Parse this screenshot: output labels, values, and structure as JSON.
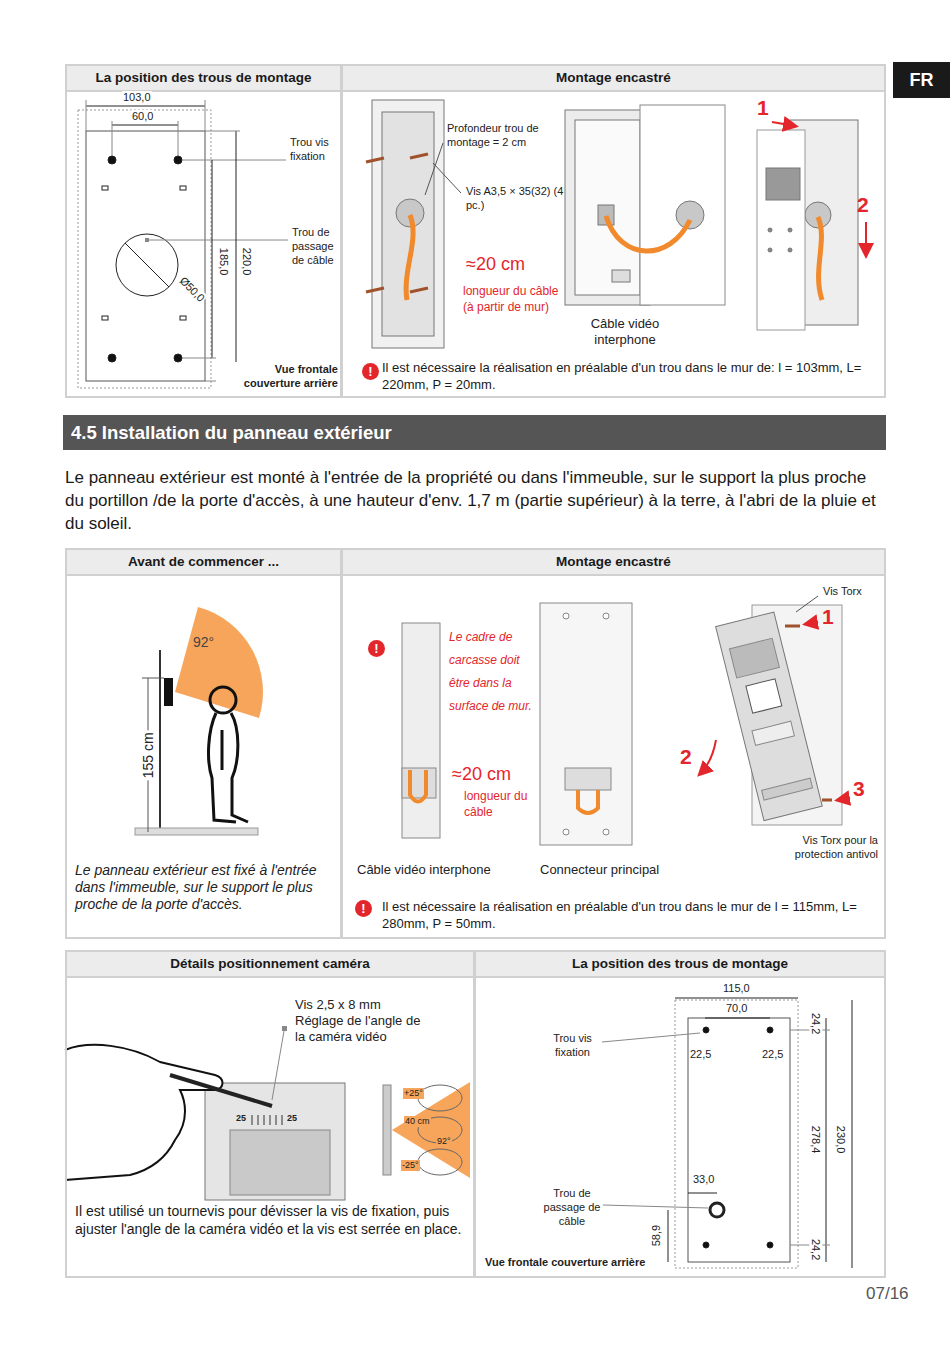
{
  "diagram": {
    "nodes": [
      {
        "text": [
          "FR"
        ]
      },
      {
        "text": [
          "La position des trous de montage"
        ]
      },
      {
        "text": [
          "Montage encastré"
        ]
      },
      {
        "text": [
          "4.5 Installation du panneau extérieur"
        ]
      },
      {
        "text": [
          "Avant de commencer ..."
        ]
      },
      {
        "text": [
          "Montage encastré"
        ]
      },
      {
        "text": [
          "Détails positionnement caméra"
        ]
      },
      {
        "text": [
          "La position des trous de montage"
        ]
      }
    ],
    "labels": [
      "103,0",
      "60,0",
      "Trou vis fixation",
      "Trou de passage de câble",
      "185,0",
      "220,0",
      "Ø50,0",
      "Vue frontale couverture arrière",
      "Profondeur trou de montage = 2 cm",
      "Vis A3,5 × 35(32) (4 pc.)",
      "≈20 cm",
      "longueur du câble (à partir de mur)",
      "Câble vidéo interphone",
      "1",
      "2",
      "!",
      "Il est nécessaire la réalisation en préalable d'un trou dans le mur de: l = 103mm, L= 220mm, P = 20mm.",
      "Le panneau extérieur est monté à l'entrée de la propriété ou dans l'immeuble, sur le support la plus proche du portillon /de la porte d'accès, à une hauteur d'env. 1,7 m (partie supérieur) à la terre, à l'abri de la pluie et du soleil.",
      "92°",
      "155 cm",
      "Le panneau extérieur est fixé à l'entrée dans l'immeuble, sur le support le plus proche de la porte d'accès.",
      "!",
      "Le cadre de carcasse doit être dans la surface de mur.",
      "≈20 cm",
      "longueur du câble",
      "Câble vidéo interphone",
      "Connecteur principal",
      "Vis Torx",
      "1",
      "2",
      "3",
      "Vis Torx pour la protection antivol",
      "!",
      "Il est nécessaire la réalisation en préalable d'un trou dans le mur de l = 115mm, L= 280mm, P = 50mm.",
      "Vis 2,5 x 8 mm Réglage de l'angle de la caméra vidéo",
      "25",
      "25",
      "+25°",
      "40 cm",
      "92°",
      "-25°",
      "Il est utilisé un tournevis pour dévisser la vis de fixation, puis ajuster l'angle de la caméra vidéo et la vis est serrée en place.",
      "115,0",
      "70,0",
      "Trou vis fixation",
      "22,5",
      "22,5",
      "24,2",
      "278,4",
      "230,0",
      "33,0",
      "Trou de passage de câble",
      "58,9",
      "24,2",
      "Vue frontale couverture arrière",
      "07/16"
    ]
  }
}
